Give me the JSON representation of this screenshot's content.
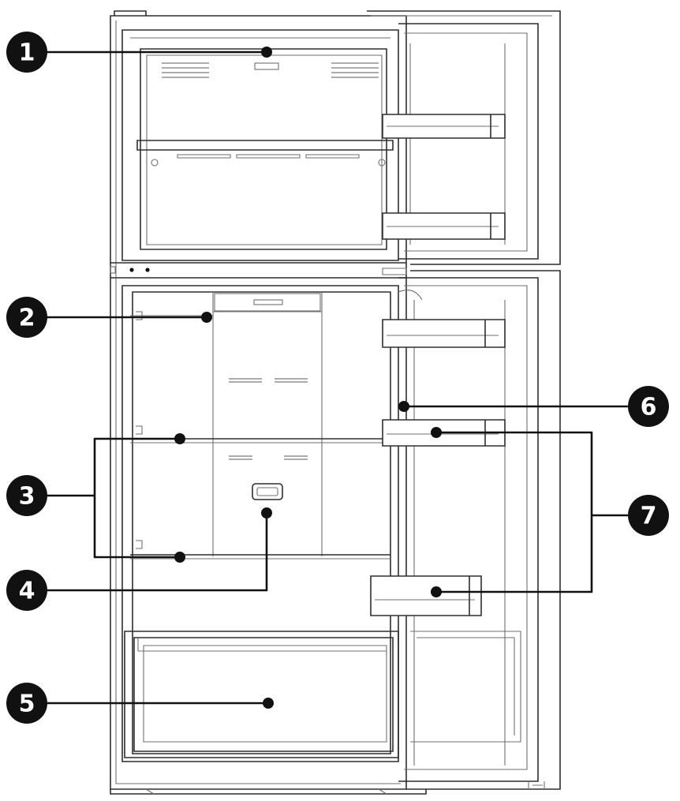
{
  "callouts": [
    {
      "id": "1",
      "label": "1"
    },
    {
      "id": "2",
      "label": "2"
    },
    {
      "id": "3",
      "label": "3"
    },
    {
      "id": "4",
      "label": "4"
    },
    {
      "id": "5",
      "label": "5"
    },
    {
      "id": "6",
      "label": "6"
    },
    {
      "id": "7",
      "label": "7"
    }
  ],
  "colors": {
    "badge": "#111111",
    "badge_text": "#ffffff",
    "outline": "#2e2e2e",
    "background": "#ffffff"
  }
}
